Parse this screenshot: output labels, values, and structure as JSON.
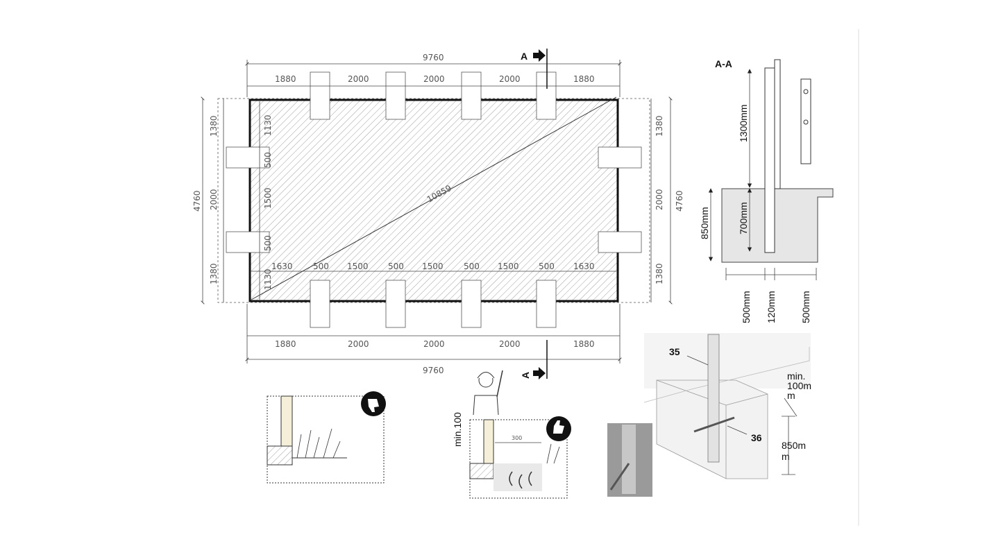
{
  "plan": {
    "top_total": "9760",
    "bottom_total": "9760",
    "top_segments": [
      "1880",
      "2000",
      "2000",
      "2000",
      "1880"
    ],
    "bottom_segments": [
      "1880",
      "2000",
      "2000",
      "2000",
      "1880"
    ],
    "inner_bottom_segments": [
      "1630",
      "500",
      "1500",
      "500",
      "1500",
      "500",
      "1500",
      "500",
      "1630"
    ],
    "left_total": "4760",
    "right_total": "4760",
    "left_segments": [
      "1380",
      "2000",
      "1380"
    ],
    "right_segments": [
      "1380",
      "2000",
      "1380"
    ],
    "inner_left_segments": [
      "1130",
      "500",
      "1500",
      "500",
      "1130"
    ],
    "diagonal": "10859",
    "section_marker": "A"
  },
  "section": {
    "title": "A-A",
    "above_ground": "1300mm",
    "depth_total": "850mm",
    "depth_post": "700mm",
    "width_left": "500mm",
    "width_post": "120mm",
    "width_right": "500mm"
  },
  "detail_3d": {
    "label_post": "35",
    "label_bar": "36",
    "min_top_line1": "min.",
    "min_top_line2": "100m",
    "min_top_line3": "m",
    "depth_line1": "850m",
    "depth_line2": "m"
  },
  "install_detail": {
    "min_height": "min.100",
    "distance": "300"
  },
  "icons": {
    "bad": "thumbs-down-icon",
    "good": "thumbs-up-icon"
  }
}
